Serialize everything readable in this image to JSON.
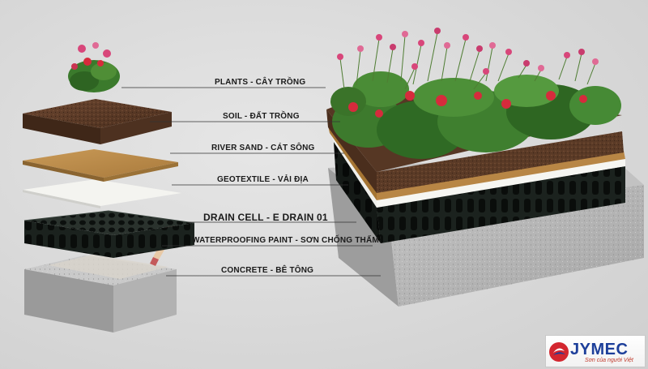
{
  "layers": [
    {
      "id": "plants",
      "label": "PLANTS  -  CÂY TRỒNG"
    },
    {
      "id": "soil",
      "label": "SOIL  -  ĐẤT TRỒNG"
    },
    {
      "id": "river-sand",
      "label": "RIVER SAND  -  CÁT SÔNG"
    },
    {
      "id": "geotextile",
      "label": "GEOTEXTILE  -  VẢI ĐỊA"
    },
    {
      "id": "drain-cell",
      "label": "DRAIN CELL  -  E DRAIN 01"
    },
    {
      "id": "waterproofing",
      "label": "WATERPROOFING PAINT - SƠN CHỐNG THẤM"
    },
    {
      "id": "concrete",
      "label": "CONCRETE  -  BÊ TÔNG"
    }
  ],
  "logo": {
    "name": "JYMEC",
    "tagline": "Sơn của người Việt"
  },
  "colors": {
    "soil": "#5a3a26",
    "river_sand": "#b98948",
    "geotextile": "#f4f4f0",
    "drain_cell": "#1f2622",
    "concrete": "#b8b8b8",
    "flower": "#d8467a",
    "flower_red": "#d62b3c",
    "foliage": "#3f7a2e",
    "logo_blue": "#1d3f9a",
    "logo_red": "#d3262f"
  },
  "icons": {
    "paint_brush": "paint-brush-icon",
    "logo_emblem": "jymec-emblem-icon"
  }
}
